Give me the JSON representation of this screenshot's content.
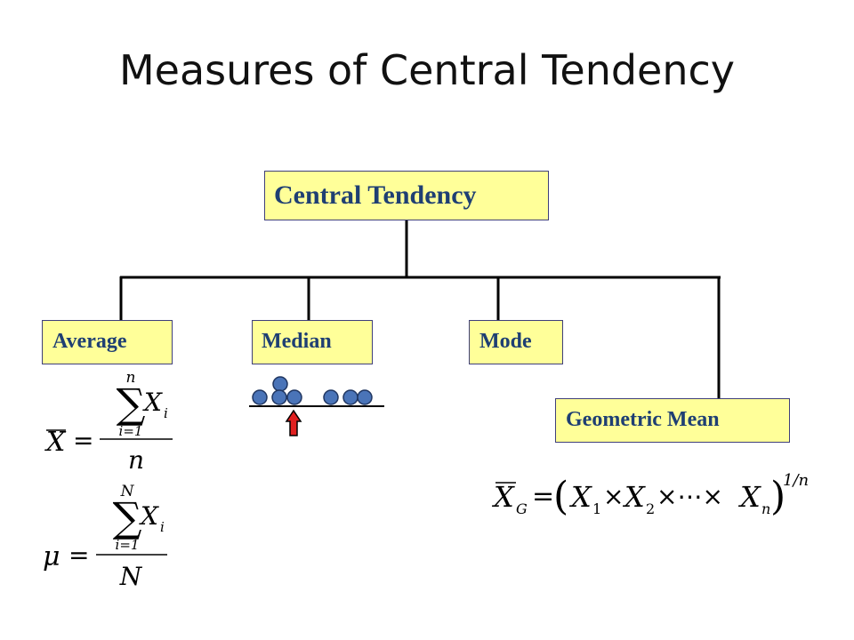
{
  "title": "Measures of Central Tendency",
  "boxes": {
    "central": "Central Tendency",
    "average": "Average",
    "median": "Median",
    "mode": "Mode",
    "geometric_mean": "Geometric Mean"
  },
  "formulas": {
    "sample_mean": {
      "lhs": "X",
      "equals": "=",
      "sigma": "∑",
      "upper": "n",
      "lower": "i=1",
      "term": "X",
      "term_sub": "i",
      "denominator": "n"
    },
    "population_mean": {
      "lhs": "μ",
      "equals": "=",
      "sigma": "∑",
      "upper": "N",
      "lower": "i=1",
      "term": "X",
      "term_sub": "i",
      "denominator": "N"
    },
    "geometric_mean": {
      "lhs": "X",
      "lhs_sub": "G",
      "equals": "=",
      "lparen": "(",
      "x1": "X",
      "x1_sub": "1",
      "times1": "×",
      "x2": "X",
      "x2_sub": "2",
      "times2": "×⋯×",
      "xn": "X",
      "xn_sub": "n",
      "rparen": ")",
      "exponent": "1/n"
    }
  },
  "colors": {
    "box_fill": "#ffff99",
    "box_text": "#1f3f73",
    "dot_fill": "#4a74b8",
    "arrow_fill": "#e02020"
  }
}
